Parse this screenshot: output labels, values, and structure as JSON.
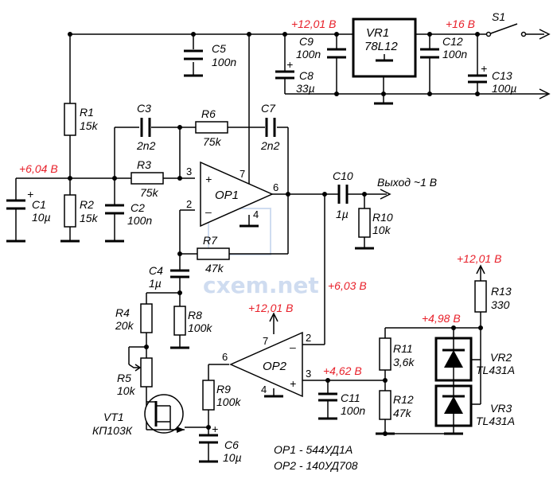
{
  "components": {
    "R1": {
      "ref": "R1",
      "value": "15k"
    },
    "R2": {
      "ref": "R2",
      "value": "15k"
    },
    "R3": {
      "ref": "R3",
      "value": "75k"
    },
    "R4": {
      "ref": "R4",
      "value": "20k"
    },
    "R5": {
      "ref": "R5",
      "value": "10k"
    },
    "R6": {
      "ref": "R6",
      "value": "75k"
    },
    "R7": {
      "ref": "R7",
      "value": "47k"
    },
    "R8": {
      "ref": "R8",
      "value": "100k"
    },
    "R9": {
      "ref": "R9",
      "value": "100k"
    },
    "R10": {
      "ref": "R10",
      "value": "10k"
    },
    "R11": {
      "ref": "R11",
      "value": "3,6k"
    },
    "R12": {
      "ref": "R12",
      "value": "47k"
    },
    "R13": {
      "ref": "R13",
      "value": "330"
    },
    "C1": {
      "ref": "C1",
      "value": "10µ"
    },
    "C2": {
      "ref": "C2",
      "value": "100n"
    },
    "C3": {
      "ref": "C3",
      "value": "2n2"
    },
    "C4": {
      "ref": "C4",
      "value": "1µ"
    },
    "C5": {
      "ref": "C5",
      "value": "100n"
    },
    "C6": {
      "ref": "C6",
      "value": "10µ"
    },
    "C7": {
      "ref": "C7",
      "value": "2n2"
    },
    "C8": {
      "ref": "C8",
      "value": "33µ"
    },
    "C9": {
      "ref": "C9",
      "value": "100n"
    },
    "C10": {
      "ref": "C10",
      "value": "1µ"
    },
    "C11": {
      "ref": "C11",
      "value": "100n"
    },
    "C12": {
      "ref": "C12",
      "value": "100n"
    },
    "C13": {
      "ref": "C13",
      "value": "100µ"
    },
    "VR1": {
      "ref": "VR1",
      "value": "78L12"
    },
    "VR2": {
      "ref": "VR2",
      "value": "TL431A"
    },
    "VR3": {
      "ref": "VR3",
      "value": "TL431A"
    },
    "VT1": {
      "ref": "VT1",
      "value": "КП103К"
    },
    "OP1": {
      "ref": "OP1"
    },
    "OP2": {
      "ref": "OP2"
    },
    "S1": {
      "ref": "S1"
    }
  },
  "voltages": {
    "v_12_top": "+12,01 В",
    "v_16": "+16 В",
    "v_604": "+6,04 В",
    "v_603": "+6,03 В",
    "v_12_op2": "+12,01 В",
    "v_12_r13": "+12,01 В",
    "v_498": "+4,98 В",
    "v_462": "+4,62 В"
  },
  "output_label": "Выход ~1 В",
  "pins": {
    "op1_p3": "3",
    "op1_p2": "2",
    "op1_p7": "7",
    "op1_p4": "4",
    "op1_p6": "6",
    "op2_p7": "7",
    "op2_p4": "4",
    "op2_p6": "6",
    "op2_p2": "2",
    "op2_p3": "3"
  },
  "op_signs": {
    "plus": "+",
    "minus": "–"
  },
  "cap_plus": "+",
  "notes": [
    "OP1 - 544УД1А",
    "OP2 - 140УД708"
  ],
  "watermark": "cxem.net"
}
